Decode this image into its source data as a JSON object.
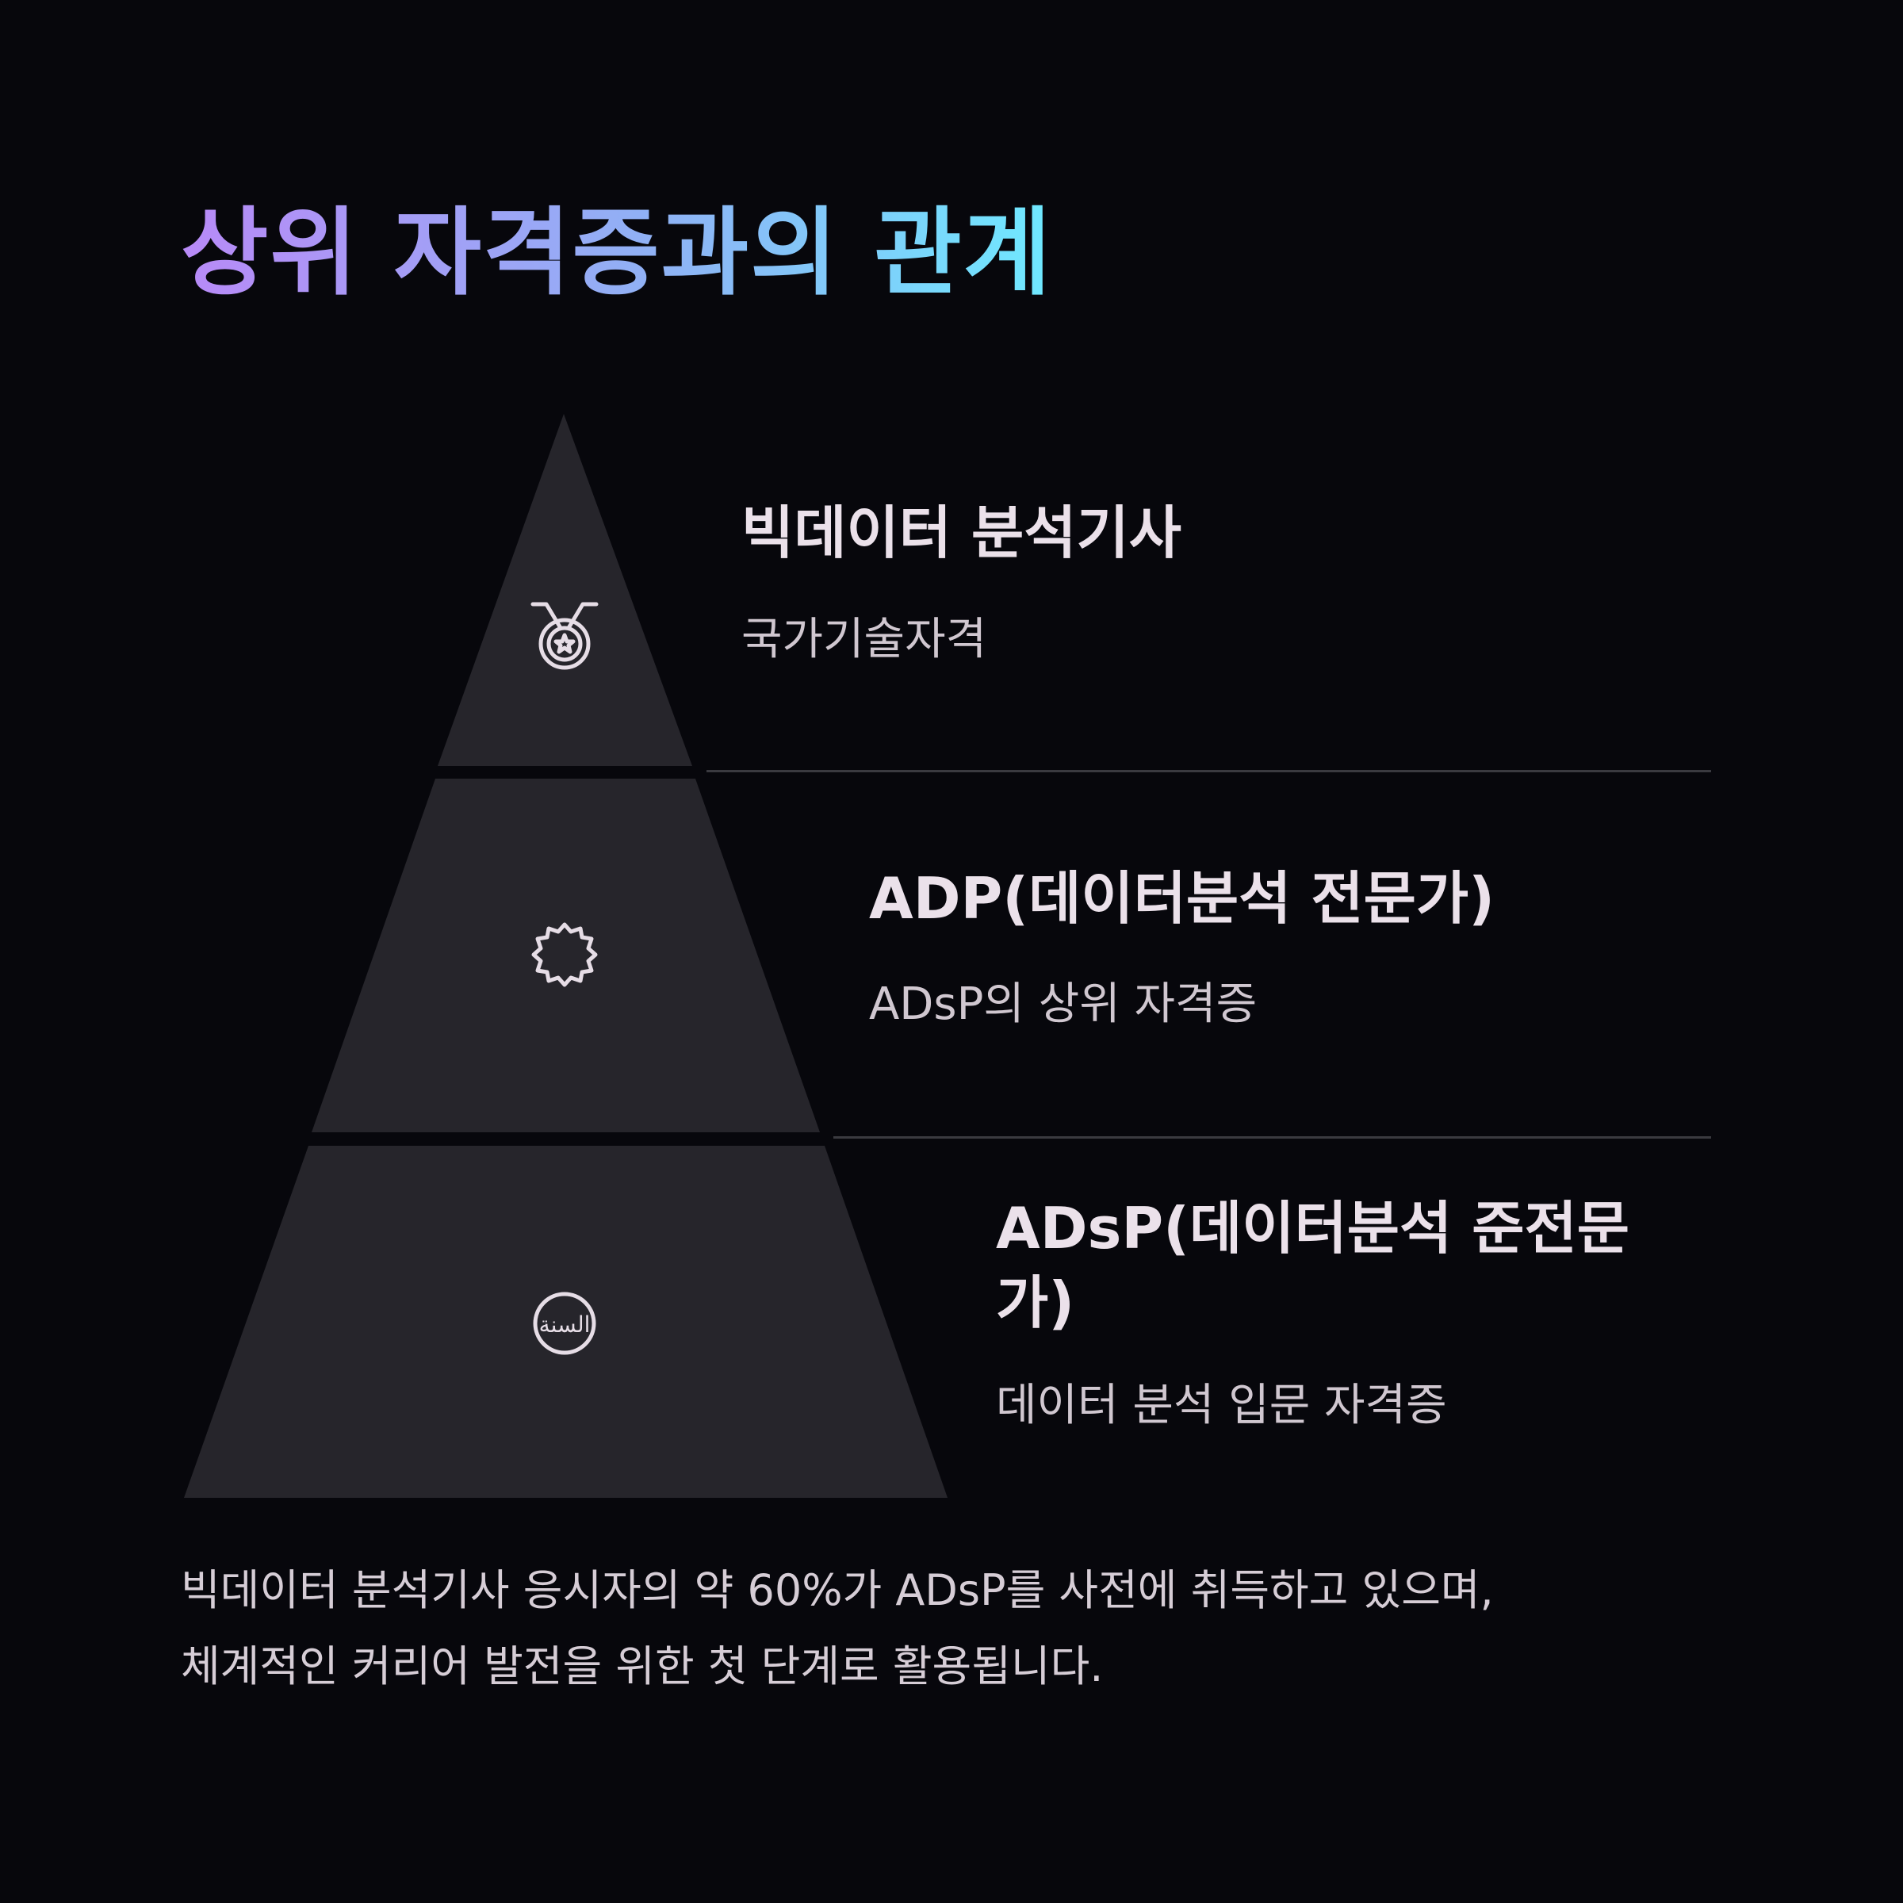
{
  "title": "상위 자격증과의 관계",
  "colors": {
    "background": "#07070c",
    "tier_fill": "#26252b",
    "text": "#e6dde6",
    "title_gradient": [
      "#b88af7",
      "#8fb2f5",
      "#6fe9ff"
    ]
  },
  "tiers": [
    {
      "name": "빅데이터 분석기사",
      "description": "국가기술자격",
      "icon": "medal-star-icon"
    },
    {
      "name": "ADP(데이터분석 전문가)",
      "description": "ADsP의 상위 자격증",
      "icon": "badge-icon"
    },
    {
      "name": "ADsP(데이터분석 준전문가)",
      "description": "데이터 분석 입문 자격증",
      "icon": "arabic-seal-icon"
    }
  ],
  "note": {
    "line1": "빅데이터 분석기사 응시자의 약 60%가 ADsP를 사전에 취득하고 있으며,",
    "line2": "체계적인 커리어 발전을 위한 첫 단계로 활용됩니다."
  }
}
